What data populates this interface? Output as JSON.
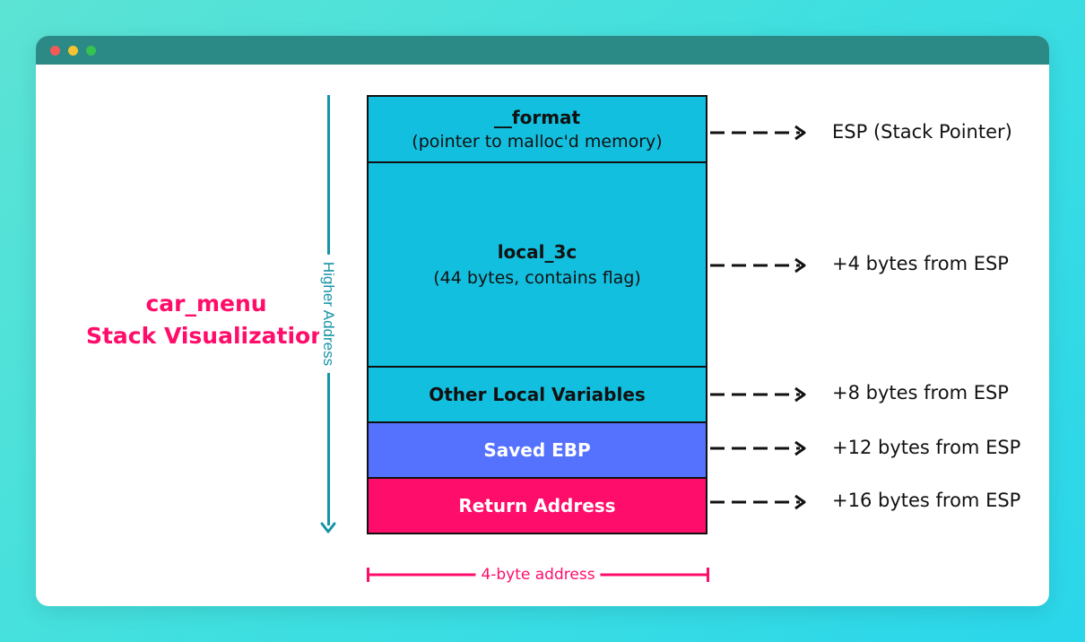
{
  "title": {
    "line1": "car_menu",
    "line2": "Stack Visualization"
  },
  "direction_label": "Higher Address",
  "width_label": "4-byte address",
  "colors": {
    "accent": "#ff0d6a",
    "cyan": "#12bfdf",
    "blue": "#5572ff",
    "pink": "#ff0d6a",
    "teal": "#1593a6"
  },
  "cells": [
    {
      "title": "__format",
      "subtitle": "(pointer to malloc'd memory)",
      "offset": "ESP (Stack Pointer)"
    },
    {
      "title": "local_3c",
      "subtitle": "(44 bytes, contains flag)",
      "offset": "+4 bytes from ESP"
    },
    {
      "title": "Other Local Variables",
      "offset": "+8 bytes from ESP"
    },
    {
      "title": "Saved EBP",
      "offset": "+12 bytes from ESP"
    },
    {
      "title": "Return Address",
      "offset": "+16 bytes from ESP"
    }
  ]
}
